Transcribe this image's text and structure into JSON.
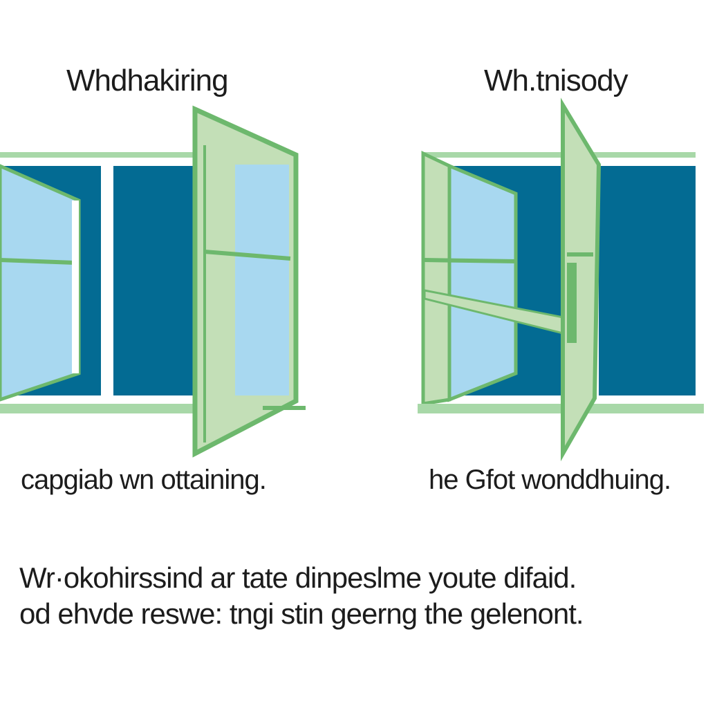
{
  "panels": [
    {
      "title": "Whdhakiring",
      "caption": "capgiab wn ottaining."
    },
    {
      "title": "Wh.tnisody",
      "caption": "he Gfot wonddhuing."
    }
  ],
  "description": {
    "line1": "Wr·okohirssind ar tate dinpeslme youte difaid.",
    "line2": "od ehvde reswe: tngi stin geerng the gelenont."
  },
  "colors": {
    "frame_green": "#6db86d",
    "pane_green": "#c3dfb7",
    "glass_blue": "#a8d8f0",
    "deep_blue": "#036b93",
    "sill_green": "#a8d8a8"
  }
}
